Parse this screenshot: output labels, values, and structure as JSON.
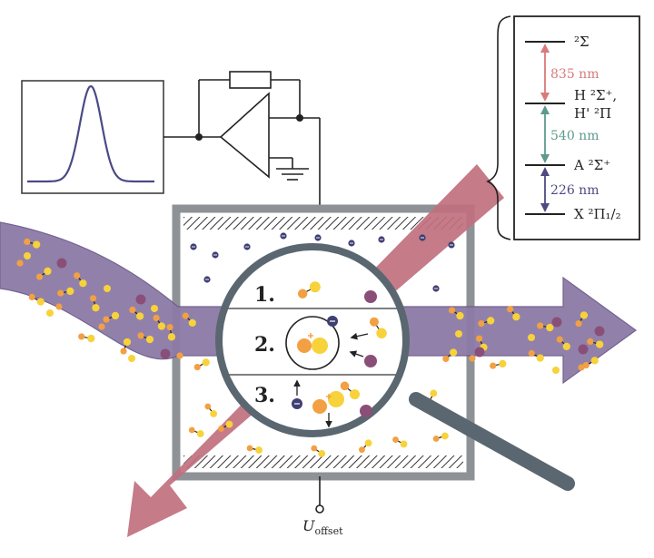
{
  "colors": {
    "beam_purple": "#8c7ba6",
    "beam_purple_edge": "#6e5a8c",
    "laser_red": "#c0707e",
    "atom_orange": "#f2a043",
    "atom_yellow": "#f7d23a",
    "ion_purple": "#8a4f78",
    "electron_navy": "#3f3f74",
    "chamber_gray": "#8e9296",
    "handle_gray": "#5a6770",
    "arrow_835": "#d97a7a",
    "arrow_540": "#5d9a8e",
    "arrow_226": "#4f4a82"
  },
  "energy_levels": [
    {
      "label": "²Σ"
    },
    {
      "label": "H ²Σ⁺,",
      "label2": "H' ²Π"
    },
    {
      "label": "A ²Σ⁺"
    },
    {
      "label": "X ²Π₁/₂"
    }
  ],
  "transitions": [
    {
      "label": "835 nm"
    },
    {
      "label": "540 nm"
    },
    {
      "label": "226 nm"
    }
  ],
  "steps": [
    "1.",
    "2.",
    "3."
  ],
  "offset_label": {
    "main": "U",
    "sub": "offset"
  },
  "icons": [
    "gaussian-signal-icon",
    "op-amp-icon",
    "ground-icon",
    "magnifier-icon"
  ]
}
